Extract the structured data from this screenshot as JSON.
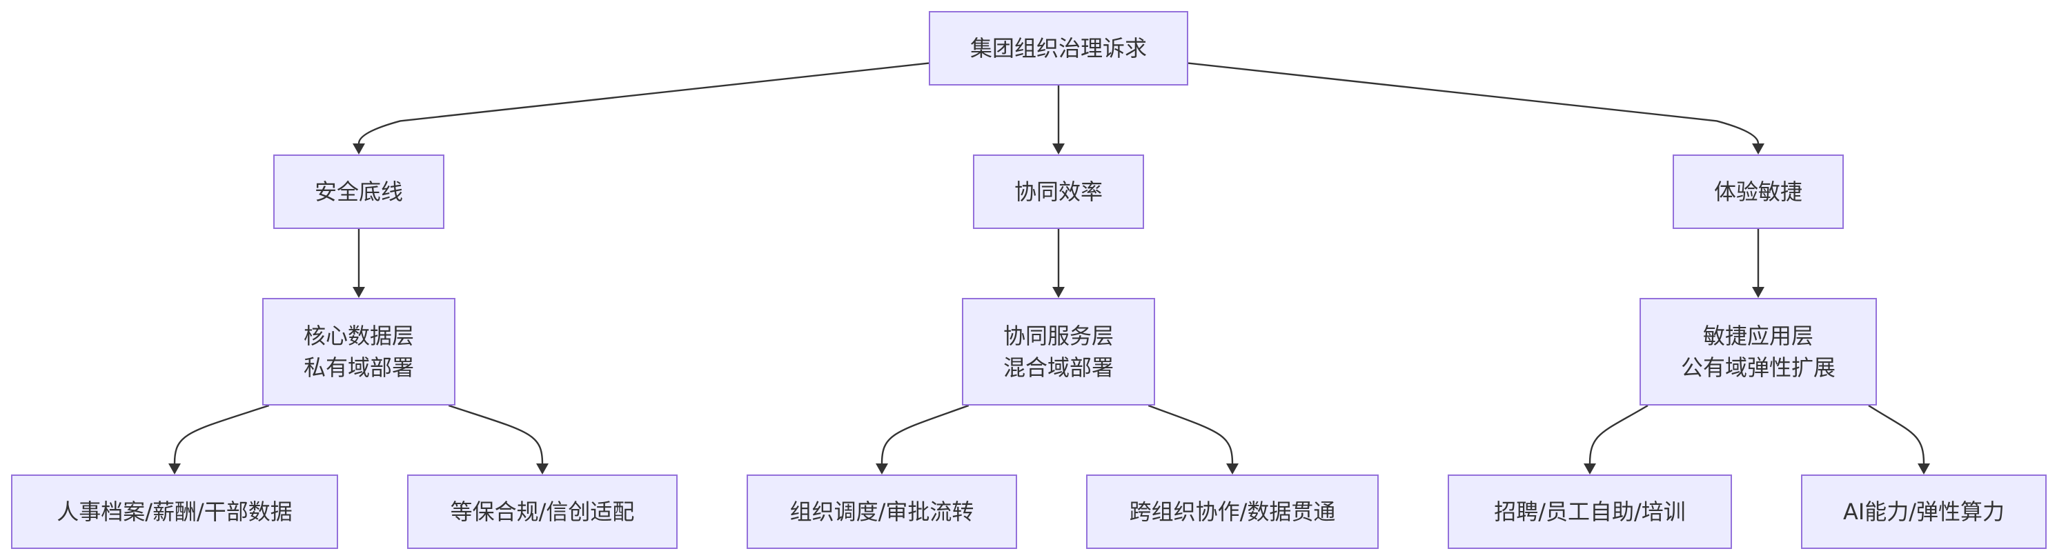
{
  "nodes": {
    "root": {
      "lines": [
        "集团组织治理诉求"
      ]
    },
    "security": {
      "lines": [
        "安全底线"
      ]
    },
    "collab": {
      "lines": [
        "协同效率"
      ]
    },
    "agile": {
      "lines": [
        "体验敏捷"
      ]
    },
    "core_layer": {
      "lines": [
        "核心数据层",
        "私有域部署"
      ]
    },
    "collab_layer": {
      "lines": [
        "协同服务层",
        "混合域部署"
      ]
    },
    "agile_layer": {
      "lines": [
        "敏捷应用层",
        "公有域弹性扩展"
      ]
    },
    "hr_data": {
      "lines": [
        "人事档案/薪酬/干部数据"
      ]
    },
    "compliance": {
      "lines": [
        "等保合规/信创适配"
      ]
    },
    "org_dispatch": {
      "lines": [
        "组织调度/审批流转"
      ]
    },
    "cross_org": {
      "lines": [
        "跨组织协作/数据贯通"
      ]
    },
    "recruit": {
      "lines": [
        "招聘/员工自助/培训"
      ]
    },
    "ai_power": {
      "lines": [
        "AI能力/弹性算力"
      ]
    }
  },
  "edges": [
    [
      "root",
      "security"
    ],
    [
      "root",
      "collab"
    ],
    [
      "root",
      "agile"
    ],
    [
      "security",
      "core_layer"
    ],
    [
      "collab",
      "collab_layer"
    ],
    [
      "agile",
      "agile_layer"
    ],
    [
      "core_layer",
      "hr_data"
    ],
    [
      "core_layer",
      "compliance"
    ],
    [
      "collab_layer",
      "org_dispatch"
    ],
    [
      "collab_layer",
      "cross_org"
    ],
    [
      "agile_layer",
      "recruit"
    ],
    [
      "agile_layer",
      "ai_power"
    ]
  ],
  "colors": {
    "node_fill": "#ececff",
    "node_border": "#9370db",
    "text": "#333333",
    "edge": "#333333"
  }
}
